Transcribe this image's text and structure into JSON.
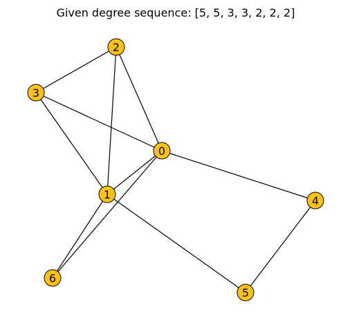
{
  "title": "Given degree sequence: [5, 5, 3, 3, 2, 2, 2]",
  "graph": {
    "node_color": "#ffc20e",
    "edge_color": "#000000",
    "nodes": [
      "0",
      "1",
      "2",
      "3",
      "4",
      "5",
      "6"
    ],
    "edges": [
      [
        "0",
        "2"
      ],
      [
        "0",
        "3"
      ],
      [
        "0",
        "1"
      ],
      [
        "0",
        "4"
      ],
      [
        "0",
        "6"
      ],
      [
        "1",
        "2"
      ],
      [
        "1",
        "3"
      ],
      [
        "1",
        "5"
      ],
      [
        "1",
        "6"
      ],
      [
        "2",
        "3"
      ],
      [
        "4",
        "5"
      ]
    ]
  }
}
